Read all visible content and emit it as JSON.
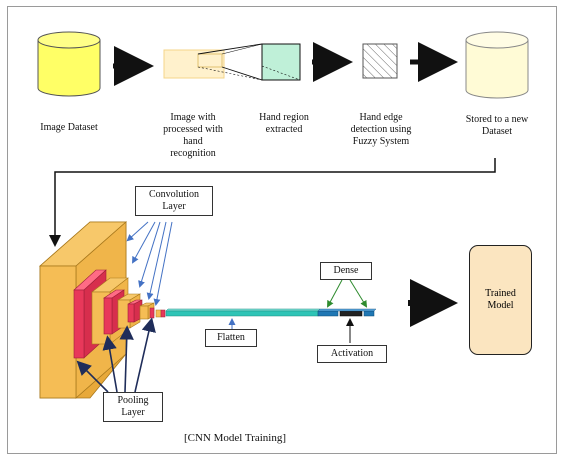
{
  "top_row": {
    "image_dataset": "Image Dataset",
    "processed": [
      "Image with",
      "processed with",
      "hand",
      "recognition"
    ],
    "hand_region": [
      "Hand region",
      "extracted"
    ],
    "edge_detection": [
      "Hand edge",
      "detection using",
      "Fuzzy System"
    ],
    "stored": [
      "Stored to a new",
      "Dataset"
    ]
  },
  "cnn": {
    "convolution": [
      "Convolution",
      "Layer"
    ],
    "pooling": [
      "Pooling",
      "Layer"
    ],
    "flatten": "Flatten",
    "dense": "Dense",
    "activation": "Activation",
    "trained": [
      "Trained",
      "Model"
    ],
    "caption": "[CNN Model Training]"
  },
  "colors": {
    "cylinder_yellow": "#ffff66",
    "cylinder_cream": "#fffbd6",
    "conv_orange": "#f5b942",
    "pool_red": "#e8385a",
    "flatten_teal": "#2ec4b6",
    "dense_blue": "#1f77b4",
    "trained_fill": "#fbe5c0",
    "pointer_blue": "#4472c4",
    "dense_green": "#2e8b2e"
  }
}
